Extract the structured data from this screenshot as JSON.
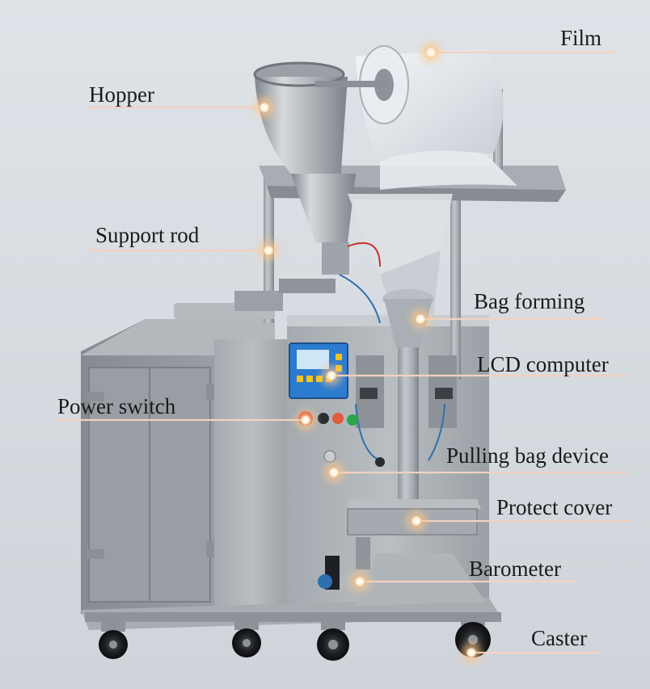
{
  "colors": {
    "background": "#d9dde3",
    "leader_line": "#f2d2c0",
    "marker_glow": "#ffd2a0"
  },
  "labels": [
    {
      "key": "film",
      "text": "Film"
    },
    {
      "key": "hopper",
      "text": "Hopper"
    },
    {
      "key": "support_rod",
      "text": "Support rod"
    },
    {
      "key": "bag_forming",
      "text": "Bag forming"
    },
    {
      "key": "lcd_computer",
      "text": "LCD computer"
    },
    {
      "key": "power_switch",
      "text": "Power switch"
    },
    {
      "key": "pulling_bag_device",
      "text": "Pulling bag device"
    },
    {
      "key": "protect_cover",
      "text": "Protect cover"
    },
    {
      "key": "barometer",
      "text": "Barometer"
    },
    {
      "key": "caster",
      "text": "Caster"
    }
  ]
}
